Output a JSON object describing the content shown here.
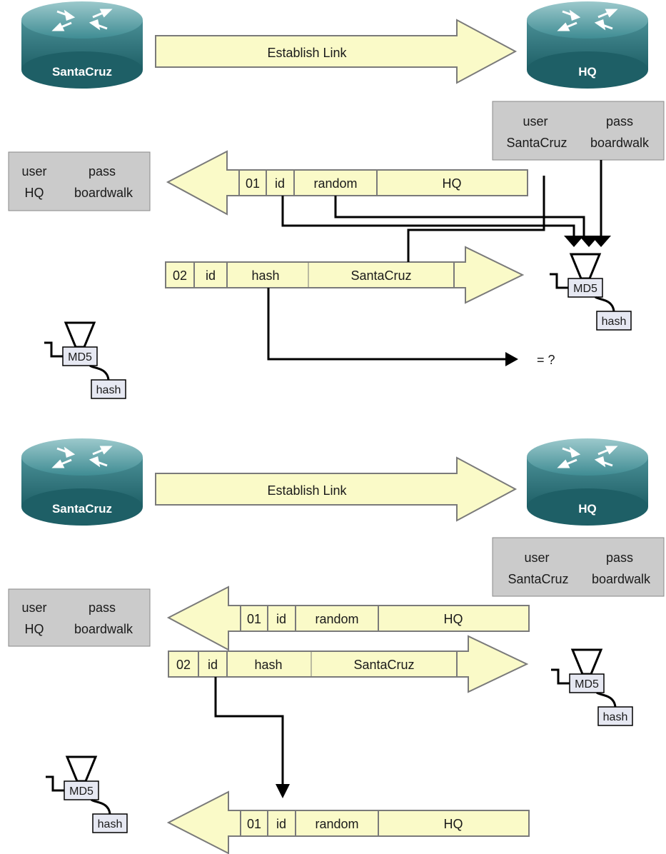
{
  "routers": {
    "left_label": "SantaCruz",
    "right_label": "HQ"
  },
  "establish_link_label": "Establish Link",
  "hq_credentials": {
    "user_header": "user",
    "pass_header": "pass",
    "user_value": "SantaCruz",
    "pass_value": "boardwalk"
  },
  "santacruz_credentials": {
    "user_header": "user",
    "pass_header": "pass",
    "user_value": "HQ",
    "pass_value": "boardwalk"
  },
  "challenge_packet": {
    "code": "01",
    "id": "id",
    "data": "random",
    "name": "HQ"
  },
  "response_packet": {
    "code": "02",
    "id": "id",
    "data": "hash",
    "name": "SantaCruz"
  },
  "md5": {
    "label": "MD5",
    "output": "hash"
  },
  "compare_label": "= ?"
}
